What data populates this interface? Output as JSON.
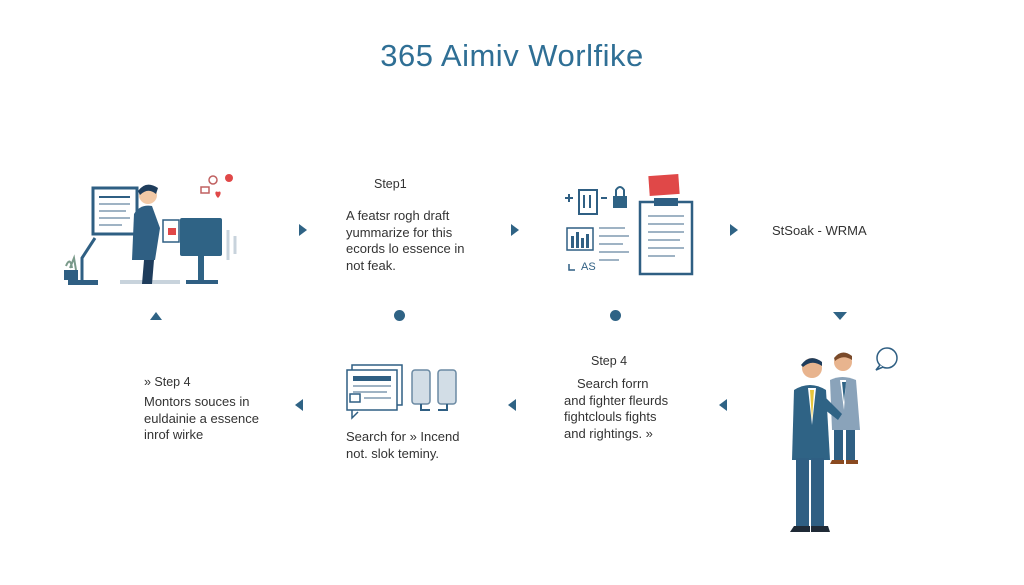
{
  "title": "365  Aimiv Worlfike",
  "row1": {
    "step1_label": "Step1",
    "step1_text": [
      "A featsr rogh draft",
      "yummarize for this",
      "ecords lo essence in",
      "not feak."
    ],
    "stage_label": "StSoak - WRMA"
  },
  "row2": {
    "left_label": "» Step 4",
    "left_text": [
      "Montors souces in",
      "euldainie a essence",
      "inrof wirke"
    ],
    "middle_text": [
      "Search for » Incend",
      "not. slok teminy."
    ],
    "right_label": "Step 4",
    "right_text": [
      "Search forrn",
      "and fighter fleurds",
      "fightclouls fights",
      "and rightings. »"
    ]
  },
  "illustration_labels": {
    "chart_tag": "AS"
  },
  "colors": {
    "accent": "#2f6385",
    "title": "#2f6f95",
    "red": "#e04848"
  },
  "icons": [
    "person-at-computer-illustration",
    "documents-and-charts-illustration",
    "two-businessmen-illustration",
    "documents-and-phones-illustration"
  ]
}
